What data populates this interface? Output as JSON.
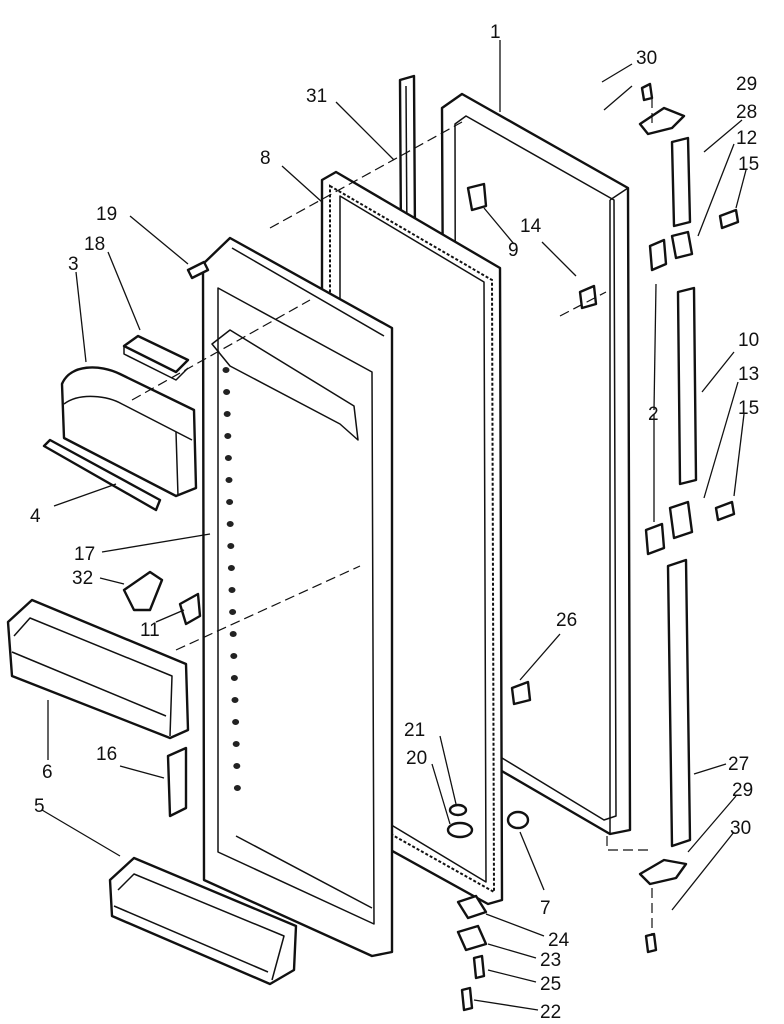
{
  "diagram": {
    "callouts": [
      {
        "key": "p30a",
        "label": "30"
      },
      {
        "key": "p29a",
        "label": "29"
      },
      {
        "key": "p28",
        "label": "28"
      },
      {
        "key": "p12",
        "label": "12"
      },
      {
        "key": "p15a",
        "label": "15"
      },
      {
        "key": "p10",
        "label": "10"
      },
      {
        "key": "p13",
        "label": "13"
      },
      {
        "key": "p15b",
        "label": "15"
      },
      {
        "key": "p27",
        "label": "27"
      },
      {
        "key": "p29b",
        "label": "29"
      },
      {
        "key": "p30b",
        "label": "30"
      },
      {
        "key": "p1",
        "label": "1"
      },
      {
        "key": "p31",
        "label": "31"
      },
      {
        "key": "p8",
        "label": "8"
      },
      {
        "key": "p19",
        "label": "19"
      },
      {
        "key": "p18",
        "label": "18"
      },
      {
        "key": "p3",
        "label": "3"
      },
      {
        "key": "p4",
        "label": "4"
      },
      {
        "key": "p17",
        "label": "17"
      },
      {
        "key": "p32",
        "label": "32"
      },
      {
        "key": "p11",
        "label": "11"
      },
      {
        "key": "p6",
        "label": "6"
      },
      {
        "key": "p16",
        "label": "16"
      },
      {
        "key": "p5",
        "label": "5"
      },
      {
        "key": "p9",
        "label": "9"
      },
      {
        "key": "p14",
        "label": "14"
      },
      {
        "key": "p2",
        "label": "2"
      },
      {
        "key": "p26",
        "label": "26"
      },
      {
        "key": "p21",
        "label": "21"
      },
      {
        "key": "p20",
        "label": "20"
      },
      {
        "key": "p7",
        "label": "7"
      },
      {
        "key": "p24",
        "label": "24"
      },
      {
        "key": "p23",
        "label": "23"
      },
      {
        "key": "p25",
        "label": "25"
      },
      {
        "key": "p22",
        "label": "22"
      }
    ]
  }
}
